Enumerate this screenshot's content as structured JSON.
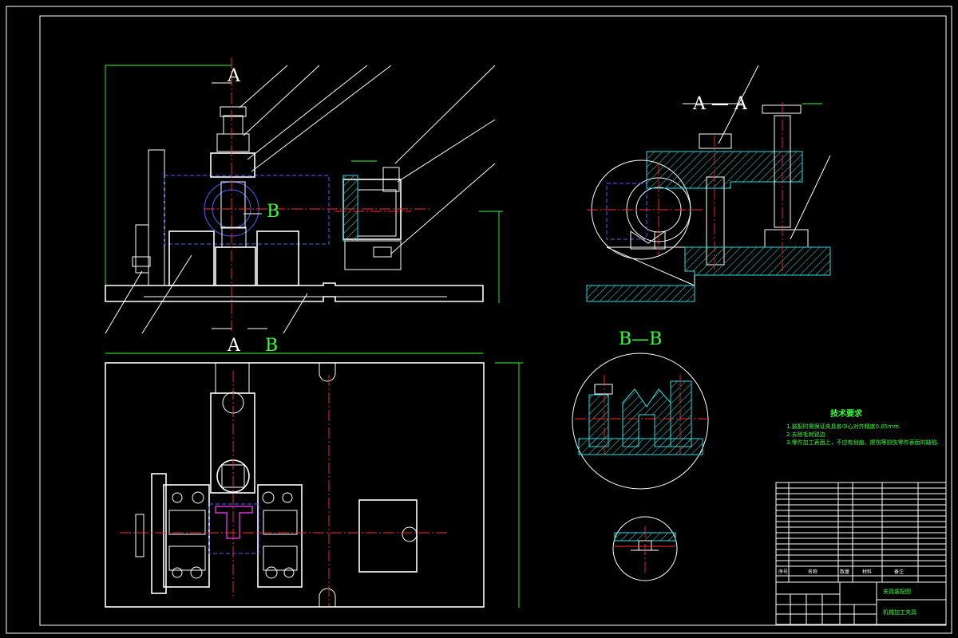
{
  "section_labels": {
    "view_a_top": "A",
    "view_a_left": "A",
    "view_b_front": "B",
    "view_b_top": "B",
    "section_aa": "A — A",
    "section_bb": "B—B"
  },
  "tech_requirements": {
    "title": "技术要求",
    "line1": "1.装配时需保证夹具各中心对齐精度0.05mm.",
    "line2": "2.去除毛刺锐边.",
    "line3": "3.零件加工表面上，不应有划痕、擦伤等损伤零件表面的缺陷."
  },
  "title_block": {
    "col_no": "序号",
    "col_name": "名称",
    "col_qty": "数量",
    "col_material": "材料",
    "col_remark": "备注",
    "drawing_title": "夹具装配图",
    "school": "机械加工夹具"
  },
  "colors": {
    "outline": "#ffffff",
    "centerline": "#ff2a2a",
    "hidden": "#5a5aff",
    "dimension": "#33ff33",
    "section": "#29e0e0",
    "highlight": "#ff3cff"
  }
}
